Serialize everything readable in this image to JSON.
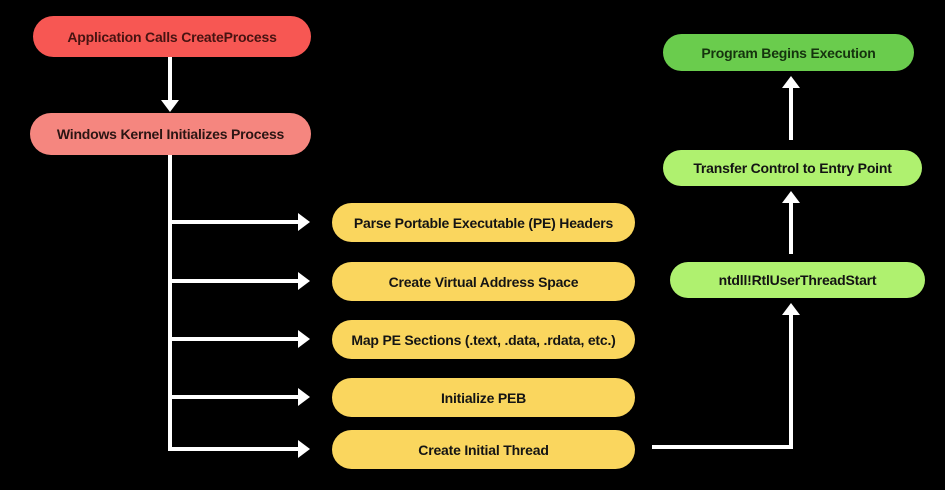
{
  "diagram": {
    "description": "Windows process creation flowchart",
    "background_color": "#000000",
    "arrow_color": "#FFFFFF",
    "nodes": {
      "app_calls": {
        "label": "Application Calls CreateProcess",
        "fill": "#F75753",
        "text_color": "#471311"
      },
      "kernel_init": {
        "label": "Windows Kernel Initializes Process",
        "fill": "#F5867F",
        "text_color": "#2B1513"
      },
      "parse_pe": {
        "label": "Parse Portable Executable (PE) Headers",
        "fill": "#FAD65E",
        "text_color": "#141414"
      },
      "create_vas": {
        "label": "Create Virtual Address Space",
        "fill": "#FAD65E",
        "text_color": "#141414"
      },
      "map_sections": {
        "label": "Map PE Sections (.text, .data, .rdata, etc.)",
        "fill": "#FAD65E",
        "text_color": "#141414"
      },
      "init_peb": {
        "label": "Initialize PEB",
        "fill": "#FAD65E",
        "text_color": "#141414"
      },
      "create_thread": {
        "label": "Create Initial Thread",
        "fill": "#FAD65E",
        "text_color": "#141414"
      },
      "ntdll": {
        "label": "ntdll!RtlUserThreadStart",
        "fill": "#AFF16F",
        "text_color": "#131313"
      },
      "transfer": {
        "label": "Transfer Control to Entry Point",
        "fill": "#AFF16F",
        "text_color": "#131313"
      },
      "program": {
        "label": "Program Begins Execution",
        "fill": "#6ACC4D",
        "text_color": "#15330E"
      }
    },
    "edges": [
      {
        "from": "app_calls",
        "to": "kernel_init"
      },
      {
        "from": "kernel_init",
        "to": "parse_pe"
      },
      {
        "from": "kernel_init",
        "to": "create_vas"
      },
      {
        "from": "kernel_init",
        "to": "map_sections"
      },
      {
        "from": "kernel_init",
        "to": "init_peb"
      },
      {
        "from": "kernel_init",
        "to": "create_thread"
      },
      {
        "from": "create_thread",
        "to": "ntdll"
      },
      {
        "from": "ntdll",
        "to": "transfer"
      },
      {
        "from": "transfer",
        "to": "program"
      }
    ]
  }
}
